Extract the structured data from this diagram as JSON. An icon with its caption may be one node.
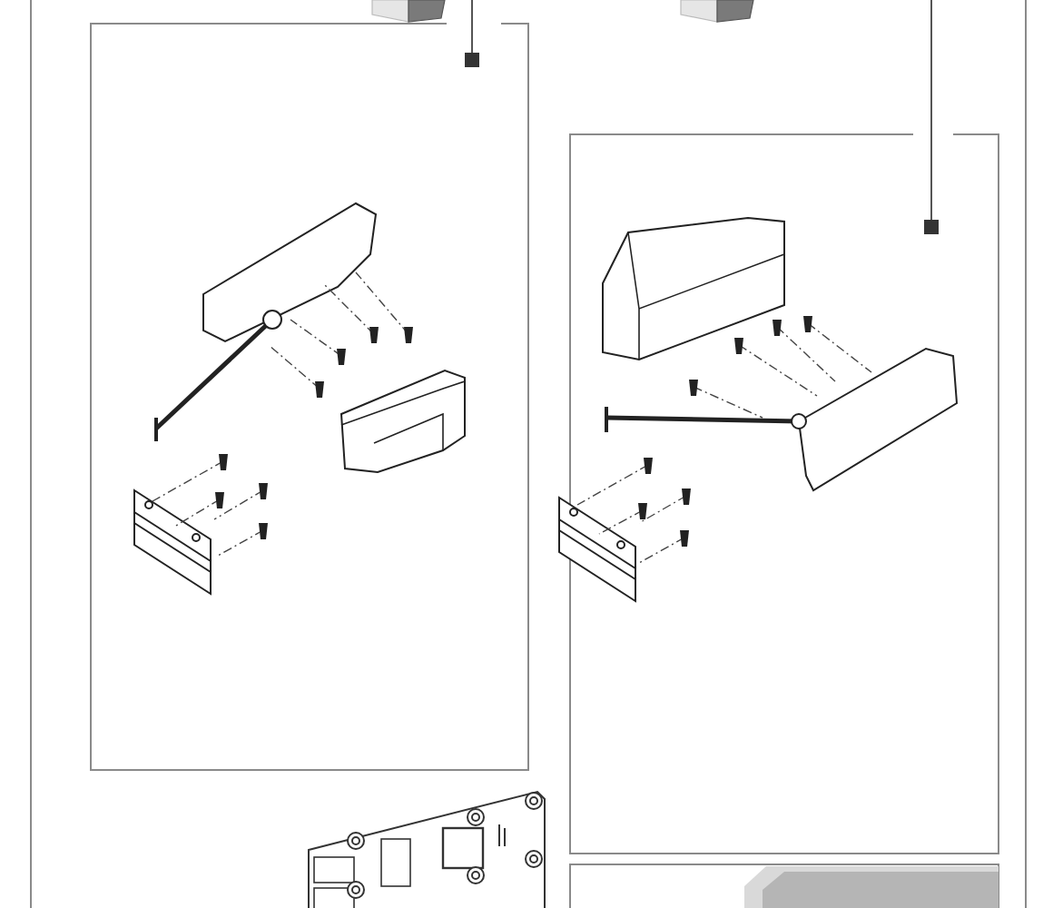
{
  "diagram": {
    "nodes": [
      {
        "text": [],
        "shape": "box"
      },
      {
        "text": [],
        "shape": "box"
      },
      {
        "text": [],
        "shape": "box"
      },
      {
        "text": [],
        "shape": "picture"
      }
    ],
    "edges": [
      {
        "from": null,
        "to": 0,
        "arrow": "other"
      },
      {
        "from": null,
        "to": 1,
        "arrow": "other"
      }
    ]
  }
}
